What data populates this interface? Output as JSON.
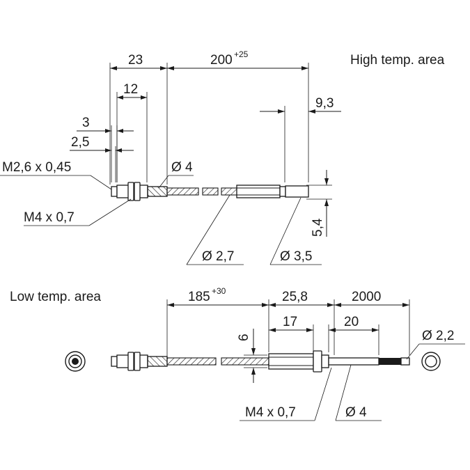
{
  "high_temp": {
    "title": "High temp. area",
    "dims": {
      "d23": "23",
      "d200": "200",
      "d200_tol": "+25",
      "d12": "12",
      "d3": "3",
      "d2_5": "2,5",
      "d9_3": "9,3",
      "d5_4": "5,4"
    },
    "labels": {
      "thread_m2_6": "M2,6 x 0,45",
      "thread_m4": "M4 x 0,7",
      "dia4": "Ø 4",
      "dia2_7": "Ø 2,7",
      "dia3_5": "Ø 3,5"
    }
  },
  "low_temp": {
    "title": "Low temp. area",
    "dims": {
      "d185": "185",
      "d185_tol": "+30",
      "d25_8": "25,8",
      "d2000": "2000",
      "d17": "17",
      "d20": "20",
      "d6": "6"
    },
    "labels": {
      "thread_m4": "M4 x 0,7",
      "dia4": "Ø 4",
      "dia2_2": "Ø 2,2"
    }
  }
}
